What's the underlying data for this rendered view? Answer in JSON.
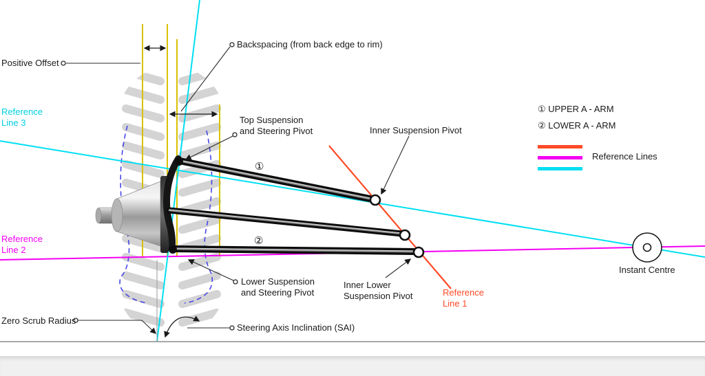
{
  "title": "Front suspension geometry diagram",
  "colors": {
    "yellow": "#d9c100",
    "cyan": "#00dff2",
    "magenta": "#f400f4",
    "red": "#ff4a26",
    "blue_dash": "#4646e6",
    "ground": "#8c8c8c",
    "tread": "#c9c9c9"
  },
  "labels": {
    "positive_offset": "Positive Offset",
    "backspacing": "Backspacing (from back edge to rim)",
    "ref_line_3": "Reference\nLine 3",
    "top_pivot": "Top Suspension\nand Steering Pivot",
    "inner_pivot": "Inner Suspension Pivot",
    "upper_arm_marker": "①",
    "lower_arm_marker": "②",
    "ref_line_2": "Reference\nLine 2",
    "lower_pivot": "Lower Suspension\nand Steering Pivot",
    "inner_lower_pivot": "Inner Lower\nSuspension Pivot",
    "ref_line_1": "Reference\nLine 1",
    "zero_scrub": "Zero Scrub Radius",
    "sai": "Steering Axis Inclination (SAI)",
    "instant_centre": "Instant Centre"
  },
  "legend": {
    "upper": "① UPPER A - ARM",
    "lower": "② LOWER A - ARM",
    "reference_lines": "Reference Lines"
  }
}
